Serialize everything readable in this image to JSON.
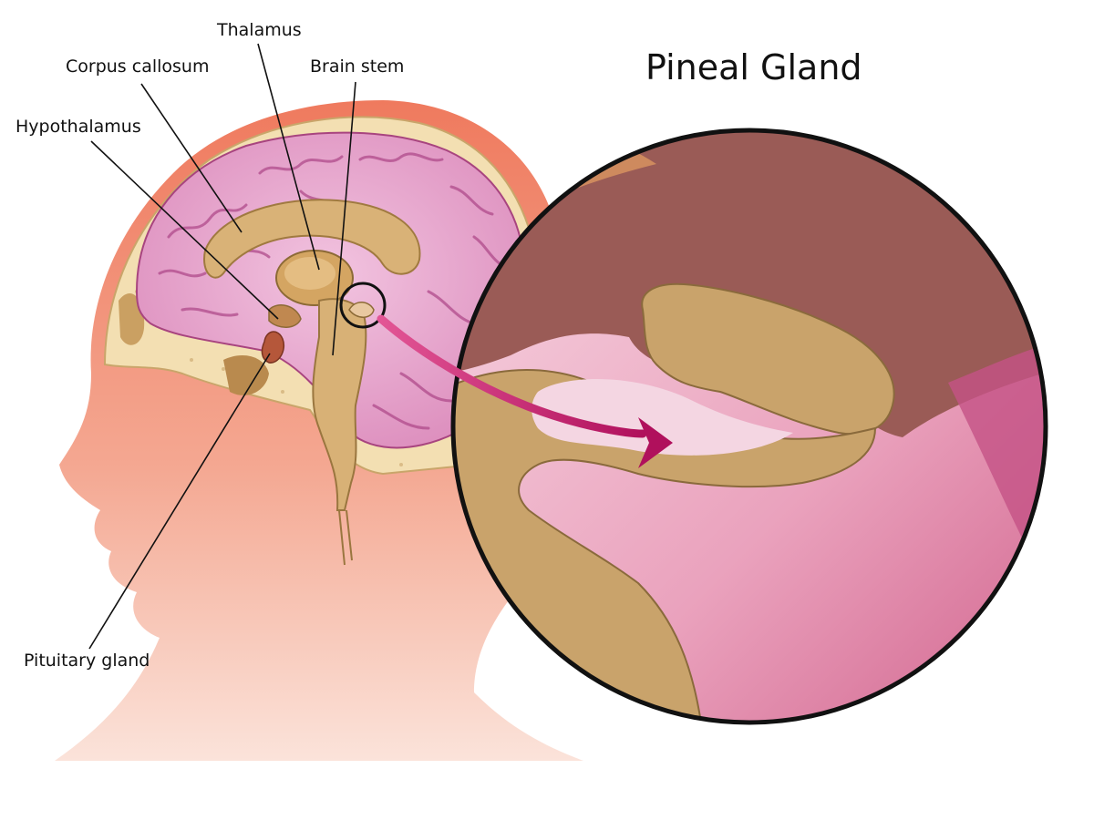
{
  "title": "Pineal Gland",
  "labels": {
    "thalamus": "Thalamus",
    "corpus_callosum": "Corpus callosum",
    "brain_stem": "Brain stem",
    "hypothalamus": "Hypothalamus",
    "pituitary_gland": "Pituitary gland"
  },
  "colors": {
    "skin": "#f08a70",
    "skin_light": "#f9d4c6",
    "bone": "#f3dfb2",
    "brain": "#e7a8cf",
    "brain_fold": "#b04b8b",
    "tissue": "#cfa66e",
    "dark_region": "#9a5b56",
    "pink_fluid": "#e38cab",
    "arrow": "#c01a66",
    "outline": "#111111"
  }
}
